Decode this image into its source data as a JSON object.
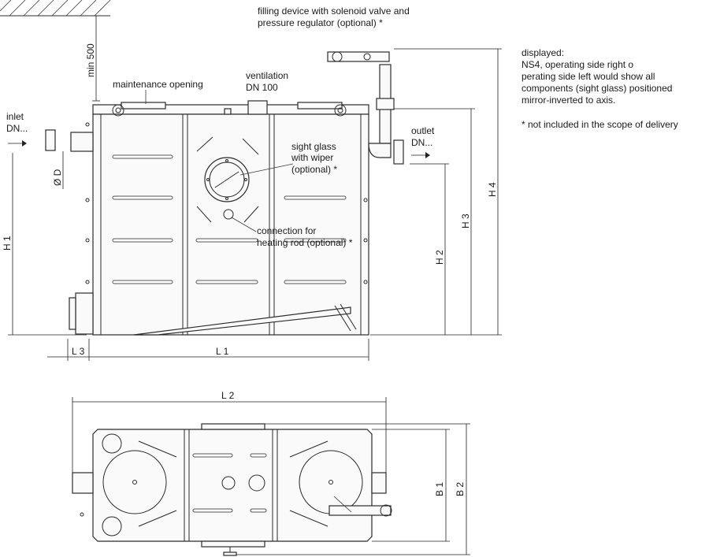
{
  "callouts": {
    "min500": "min 500",
    "maintenance": "maintenance opening",
    "ventilation": [
      "ventilation",
      "DN 100"
    ],
    "filling": [
      "filling device with solenoid valve and",
      "pressure regulator (optional) *"
    ],
    "inlet": [
      "inlet",
      "DN..."
    ],
    "outlet": [
      "outlet",
      "DN..."
    ],
    "sight_glass": [
      "sight glass",
      "with wiper",
      "(optional) *"
    ],
    "heating_rod": [
      "connection for",
      "heating rod (optional) *"
    ],
    "od": "Ø D"
  },
  "dimensions": {
    "h1": "H 1",
    "h2": "H 2",
    "h3": "H 3",
    "h4": "H 4",
    "l1": "L 1",
    "l2": "L 2",
    "l3": "L 3",
    "b1": "B 1",
    "b2": "B 2"
  },
  "notes": {
    "displayed": [
      "displayed:",
      "NS4, operating side right o",
      "perating side left would show all",
      "components (sight glass) positioned",
      "mirror-inverted to axis."
    ],
    "footnote": "* not included in the scope of delivery"
  }
}
